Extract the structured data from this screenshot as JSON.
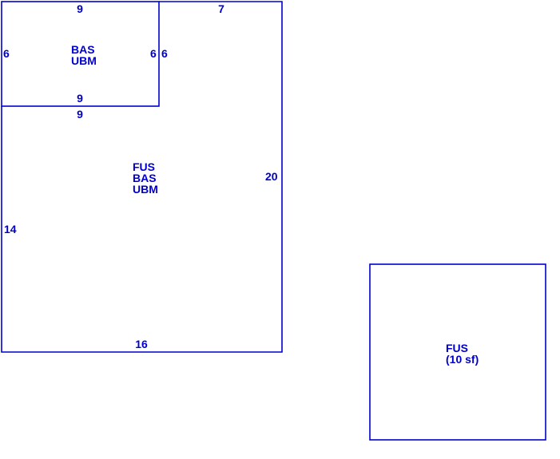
{
  "sketch": {
    "line_color": "#0000cc",
    "small_room": {
      "labels": [
        "BAS",
        "UBM"
      ],
      "dims": {
        "top": "9",
        "bottom_inner": "9",
        "left": "6",
        "right": "6"
      }
    },
    "main_room": {
      "labels": [
        "FUS",
        "BAS",
        "UBM"
      ],
      "dims": {
        "top": "7",
        "top_below_small": "9",
        "left": "14",
        "right_of_small": "6",
        "right": "20",
        "bottom": "16"
      }
    },
    "separate_area": {
      "labels": [
        "FUS",
        "(10 sf)"
      ]
    }
  }
}
